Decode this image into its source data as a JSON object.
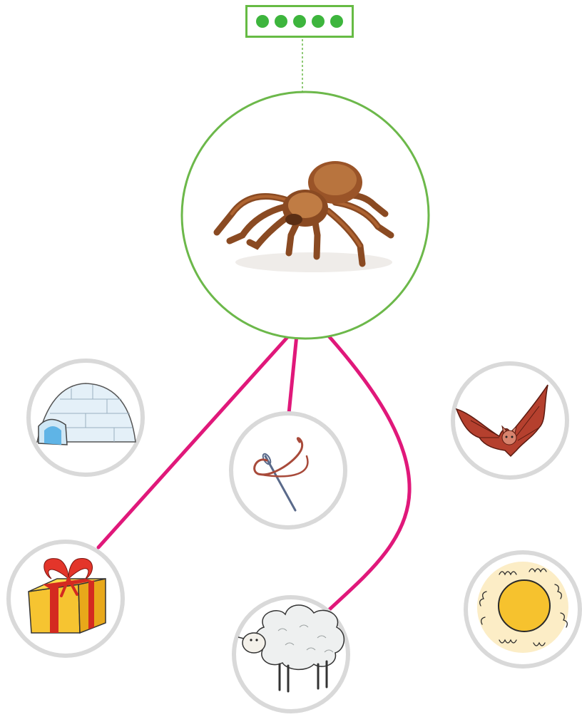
{
  "colors": {
    "main_circle_stroke": "#6cb84a",
    "option_circle_stroke": "#d9d9d9",
    "link_line": "#e0187a",
    "dot": "#3db53d"
  },
  "syllable_dots": 5,
  "center_picture": {
    "icon": "tarantula-spider-icon"
  },
  "options": [
    {
      "id": "igloo",
      "icon": "igloo-icon",
      "connected": false
    },
    {
      "id": "needle",
      "icon": "needle-thread-icon",
      "connected": true
    },
    {
      "id": "bat",
      "icon": "bat-icon",
      "connected": false
    },
    {
      "id": "gift",
      "icon": "gift-box-icon",
      "connected": true
    },
    {
      "id": "sheep",
      "icon": "sheep-icon",
      "connected": true
    },
    {
      "id": "sun",
      "icon": "sun-icon",
      "connected": false
    }
  ]
}
